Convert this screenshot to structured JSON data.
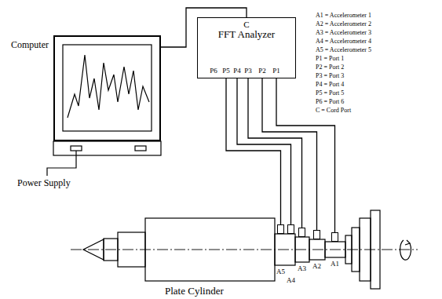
{
  "diagram": {
    "nodes": [
      {
        "text": [
          "Computer"
        ]
      },
      {
        "text": [
          "C",
          "FFT Analyzer"
        ]
      },
      {
        "text": [
          "A5"
        ]
      },
      {
        "text": [
          "A4"
        ]
      },
      {
        "text": [
          "A3"
        ]
      },
      {
        "text": [
          "A2"
        ]
      },
      {
        "text": [
          "A1"
        ]
      }
    ],
    "edges": [
      {
        "from": 0,
        "to": 1,
        "arrow": "none"
      },
      {
        "from": 1,
        "to": 6,
        "arrow": "none"
      },
      {
        "from": 1,
        "to": 5,
        "arrow": "none"
      },
      {
        "from": 1,
        "to": 4,
        "arrow": "none"
      },
      {
        "from": 1,
        "to": 3,
        "arrow": "none"
      },
      {
        "from": 1,
        "to": 2,
        "arrow": "none"
      }
    ],
    "labels": [
      "Power Supply",
      "P6",
      "P5",
      "P4",
      "P3",
      "P2",
      "P1",
      "A1 = Accelerometer 1",
      "A2 = Accelerometer 2",
      "A3 = Accelerometer 3",
      "A4 = Accelerometer 4",
      "A5 = Accelerometer 5",
      "P1 = Port 1",
      "P2 = Port 2",
      "P3 = Port 3",
      "P4 = Port 4",
      "P5 = Port 5",
      "P6 = Port 6",
      "C = Cord Port",
      "Plate Cylinder"
    ]
  }
}
